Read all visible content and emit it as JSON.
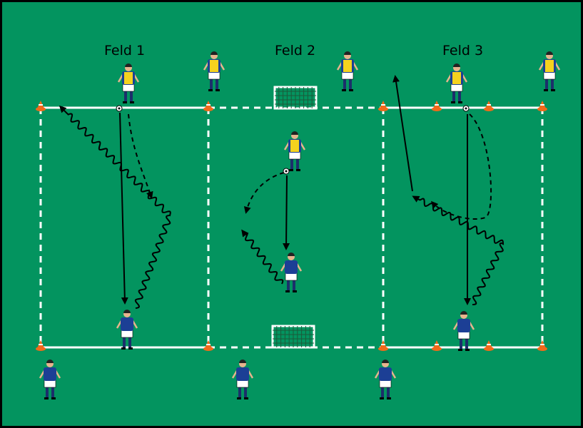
{
  "fields": [
    {
      "label": "Feld 1"
    },
    {
      "label": "Feld 2"
    },
    {
      "label": "Feld 3"
    }
  ],
  "colors": {
    "pitch": "#03945f",
    "border": "#000000",
    "lines": "#ffffff",
    "vest": "#f5d21e",
    "jersey": "#1c3f95",
    "cone": "#f06a1a"
  }
}
